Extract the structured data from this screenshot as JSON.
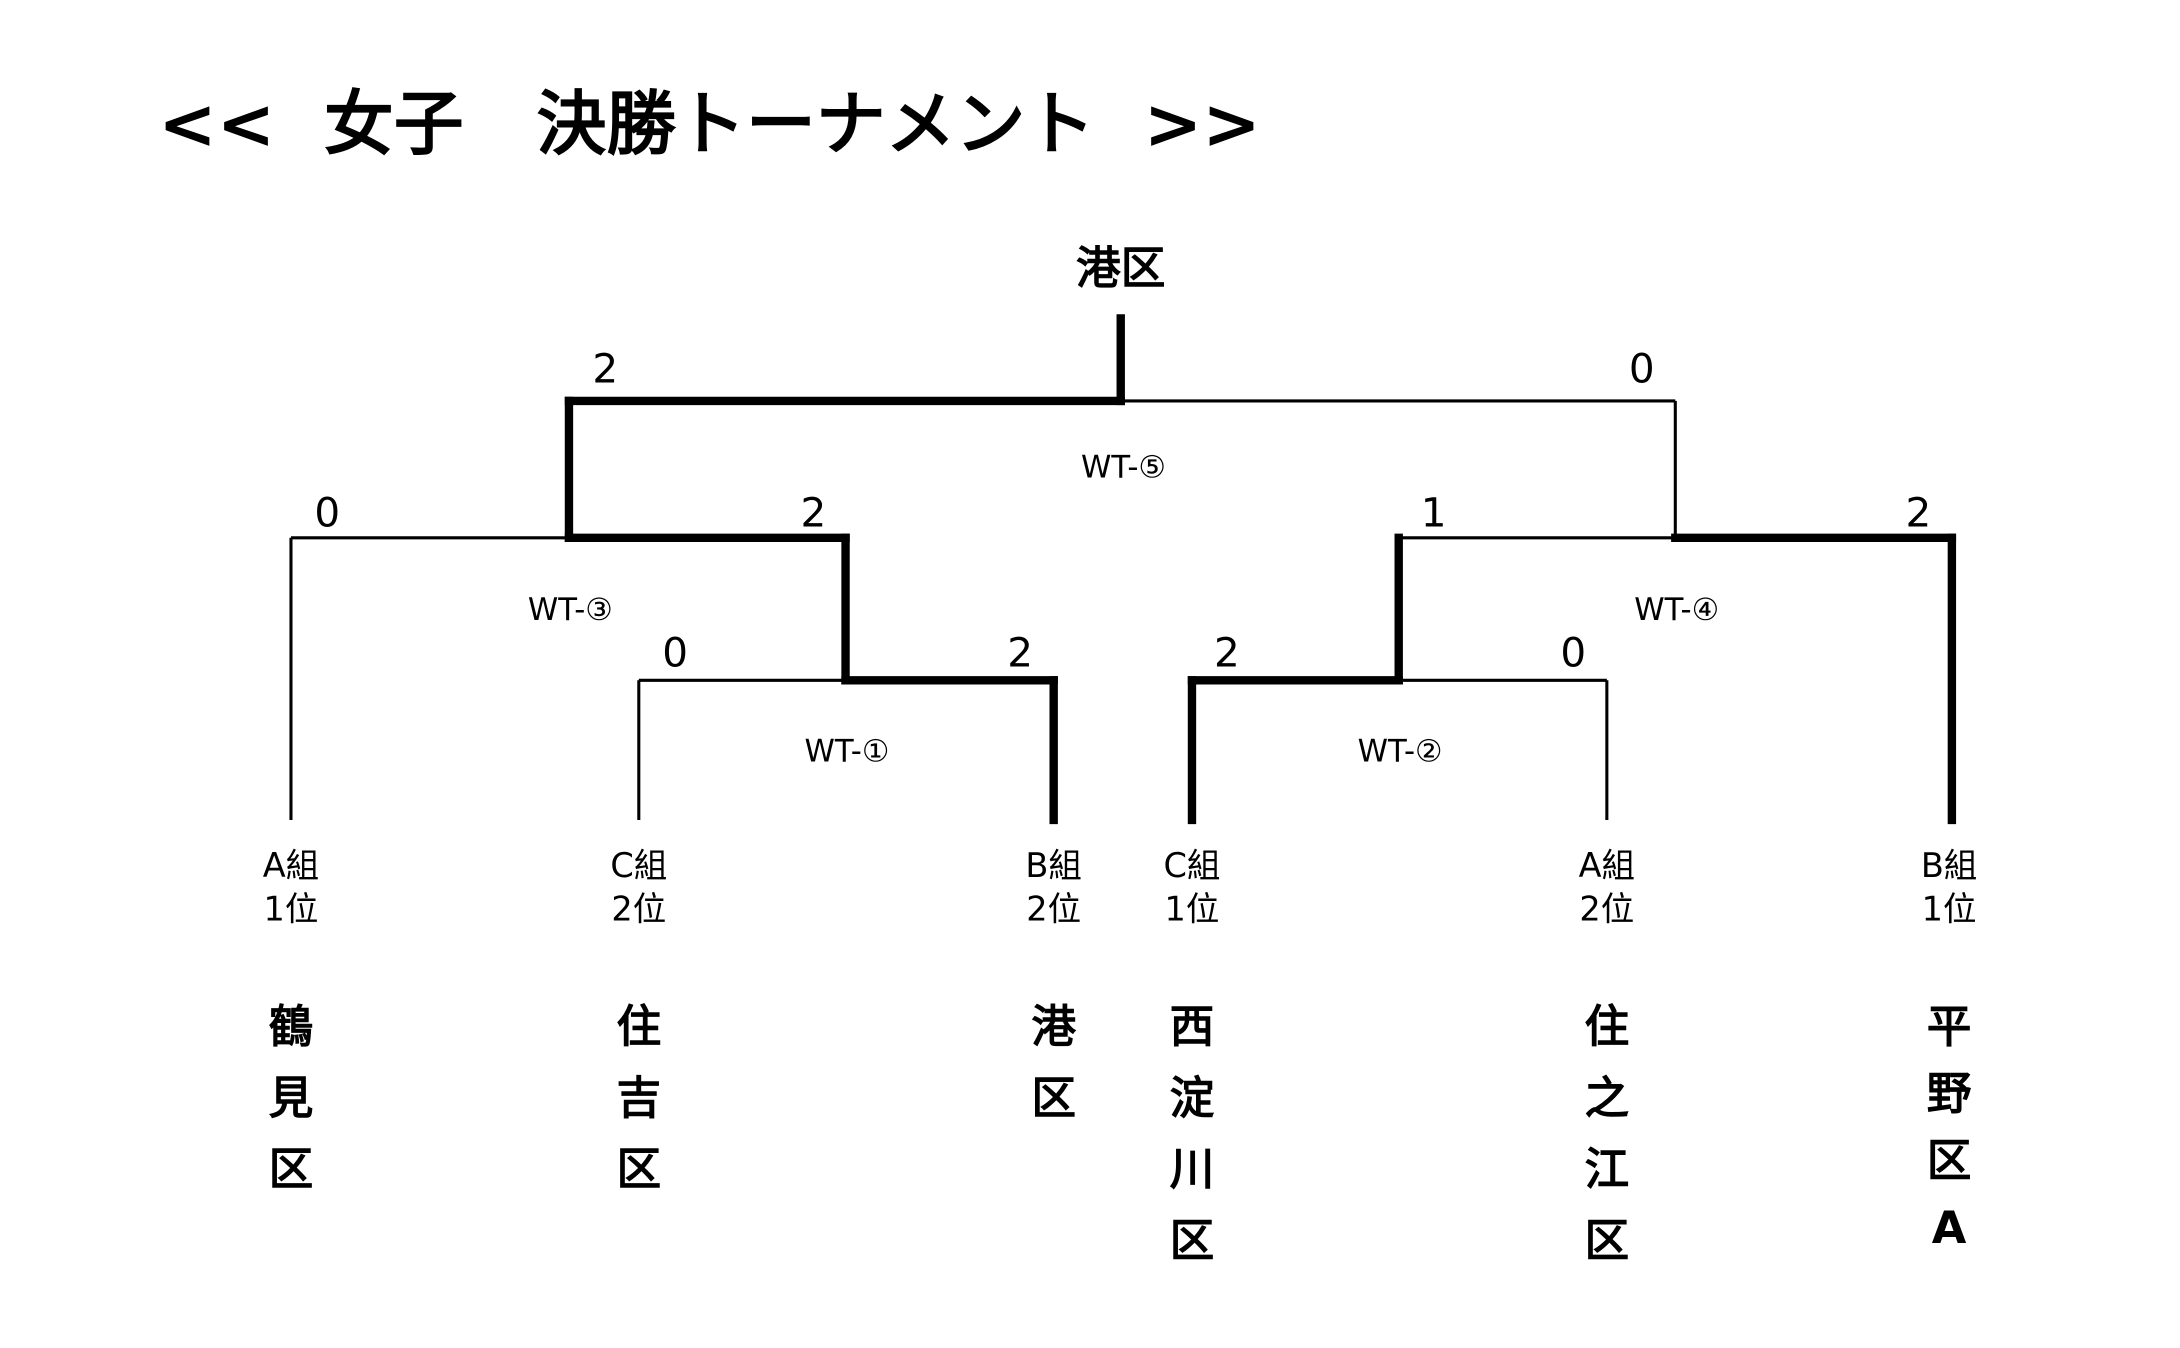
{
  "title": "<<  女子   決勝トーナメント  >>",
  "champion": "港区",
  "matches": {
    "wt5": {
      "label": "WT-⑤",
      "score_left": "2",
      "score_right": "0"
    },
    "wt3": {
      "label": "WT-③",
      "score_left": "0",
      "score_right": "2"
    },
    "wt4": {
      "label": "WT-④",
      "score_left": "1",
      "score_right": "2"
    },
    "wt1": {
      "label": "WT-①",
      "score_left": "0",
      "score_right": "2"
    },
    "wt2": {
      "label": "WT-②",
      "score_left": "2",
      "score_right": "0"
    }
  },
  "teams": [
    {
      "group": "A組",
      "rank": "1位",
      "name": [
        "鶴",
        "見",
        "区"
      ]
    },
    {
      "group": "C組",
      "rank": "2位",
      "name": [
        "住",
        "吉",
        "区"
      ]
    },
    {
      "group": "B組",
      "rank": "2位",
      "name": [
        "港",
        "区"
      ]
    },
    {
      "group": "C組",
      "rank": "1位",
      "name": [
        "西",
        "淀",
        "川",
        "区"
      ]
    },
    {
      "group": "A組",
      "rank": "2位",
      "name": [
        "住",
        "之",
        "江",
        "区"
      ]
    },
    {
      "group": "B組",
      "rank": "1位",
      "name": [
        "平",
        "野",
        "区",
        "A"
      ]
    }
  ]
}
